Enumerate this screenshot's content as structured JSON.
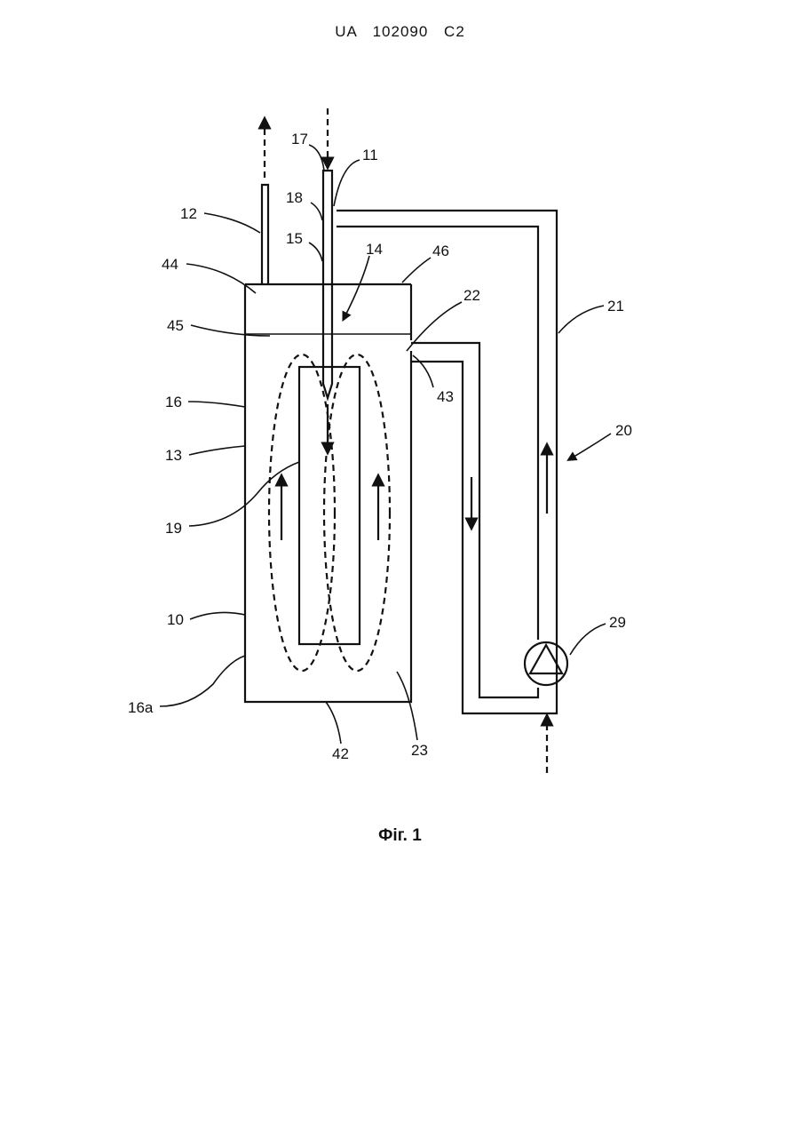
{
  "header": {
    "text": "UA   102090   C2"
  },
  "caption": {
    "text": "Фіг. 1"
  },
  "labels": {
    "l17": "17",
    "l11": "11",
    "l18": "18",
    "l12": "12",
    "l15": "15",
    "l14": "14",
    "l46": "46",
    "l44": "44",
    "l22": "22",
    "l21": "21",
    "l45": "45",
    "l43": "43",
    "l16": "16",
    "l20": "20",
    "l13": "13",
    "l19": "19",
    "l29": "29",
    "l10": "10",
    "l16a": "16a",
    "l42": "42",
    "l23": "23"
  }
}
